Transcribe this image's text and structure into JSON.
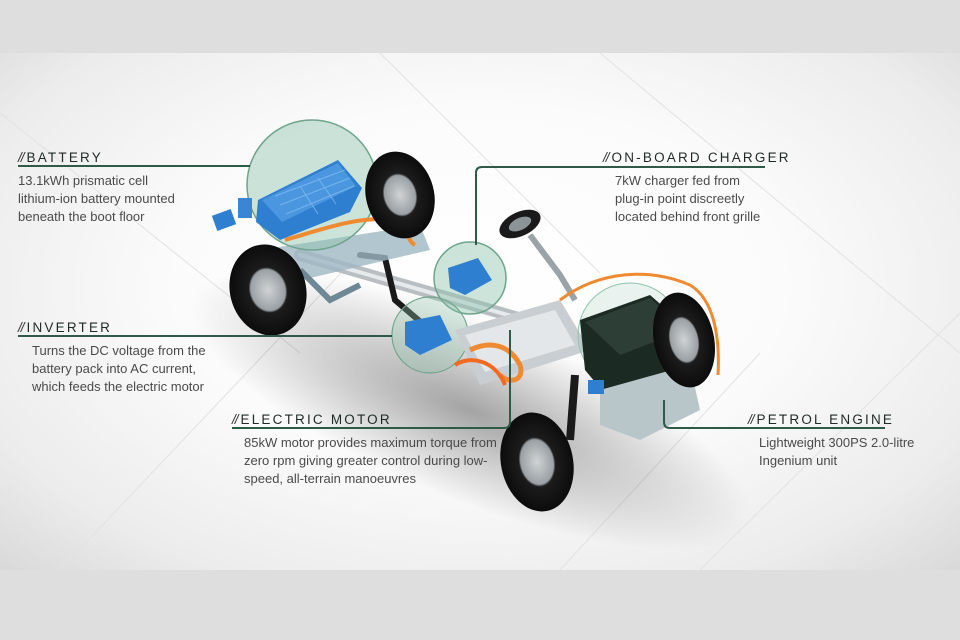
{
  "diagram": {
    "subject": "Plug-in hybrid chassis cutaway",
    "colors": {
      "leader_line": "#2f5a47",
      "highlight_circle": "#8fc4ad",
      "component_blue": "#2f7fd0",
      "cable_orange": "#f08a30",
      "background_band": "#dedede"
    },
    "prefix": "//",
    "callouts": [
      {
        "id": "battery",
        "title": "BATTERY",
        "lines": [
          "13.1kWh prismatic cell",
          "lithium-ion battery mounted",
          "beneath the boot floor"
        ]
      },
      {
        "id": "on-board-charger",
        "title": "ON-BOARD CHARGER",
        "lines": [
          "7kW charger fed from",
          "plug-in point discreetly",
          "located behind front grille"
        ]
      },
      {
        "id": "inverter",
        "title": "INVERTER",
        "lines": [
          "Turns the DC voltage from the",
          "battery pack into AC current,",
          "which feeds the electric motor"
        ]
      },
      {
        "id": "electric-motor",
        "title": "ELECTRIC MOTOR",
        "lines": [
          "85kW motor provides maximum torque from",
          "zero rpm giving greater control during low-",
          "speed, all-terrain manoeuvres"
        ]
      },
      {
        "id": "petrol-engine",
        "title": "PETROL ENGINE",
        "lines": [
          "Lightweight 300PS 2.0-litre",
          "Ingenium unit"
        ]
      }
    ]
  }
}
